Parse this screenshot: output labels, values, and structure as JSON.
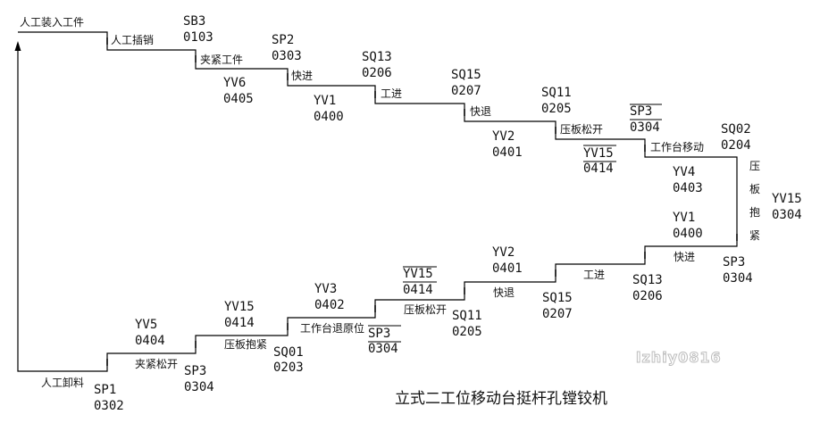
{
  "diagram": {
    "title": "立式二工位移动台挺杆孔镗铰机",
    "watermark": "lzhiy0816",
    "steps": [
      {
        "id": "s1",
        "label": "人工装入工件"
      },
      {
        "id": "s2",
        "label": "人工插销",
        "signal": "SB3",
        "code": "0103"
      },
      {
        "id": "s3",
        "label": "夹紧工件",
        "signal": "SP2",
        "code": "0303"
      },
      {
        "id": "s4",
        "label": "快进",
        "signal": "SQ13",
        "code": "0206",
        "valve": "YV6",
        "valve_code": "0405"
      },
      {
        "id": "s5",
        "label": "工进",
        "signal": "SQ15",
        "code": "0207",
        "valve": "YV1",
        "valve_code": "0400"
      },
      {
        "id": "s6",
        "label": "快退",
        "signal": "SQ11",
        "code": "0205"
      },
      {
        "id": "s7",
        "label": "压板松开",
        "signal": "SP3",
        "code": "0304",
        "signal_negated": true,
        "valve": "YV2",
        "valve_code": "0401"
      },
      {
        "id": "s8",
        "label": "工作台移动",
        "signal": "SQ02",
        "code": "0204",
        "valve": "YV15",
        "valve_code": "0414",
        "valve_negated": true
      },
      {
        "id": "s9",
        "label": "压板抱紧",
        "signal": "SP3",
        "code": "0304",
        "valve": "YV4",
        "valve_code": "0403",
        "valve_b": "YV15",
        "valve_b_code": "0304"
      },
      {
        "id": "s10",
        "label": "快进",
        "signal": "SQ13",
        "code": "0206",
        "valve": "YV1",
        "valve_code": "0400"
      },
      {
        "id": "s11",
        "label": "工进",
        "signal": "SQ15",
        "code": "0207"
      },
      {
        "id": "s12",
        "label": "快退",
        "signal": "SQ11",
        "code": "0205",
        "valve": "YV2",
        "valve_code": "0401"
      },
      {
        "id": "s13",
        "label": "压板松开",
        "signal": "SP3",
        "code": "0304",
        "signal_negated": true,
        "valve": "YV15",
        "valve_code": "0414",
        "valve_negated": true
      },
      {
        "id": "s14",
        "label": "工作台退原位",
        "signal": "SQ01",
        "code": "0203",
        "valve": "YV3",
        "valve_code": "0402"
      },
      {
        "id": "s15",
        "label": "压板抱紧",
        "signal": "SP3",
        "code": "0304",
        "valve": "YV15",
        "valve_code": "0414"
      },
      {
        "id": "s16",
        "label": "夹紧松开",
        "signal": "SP1",
        "code": "0302",
        "valve": "YV5",
        "valve_code": "0404"
      },
      {
        "id": "s17",
        "label": "人工卸料"
      }
    ]
  }
}
